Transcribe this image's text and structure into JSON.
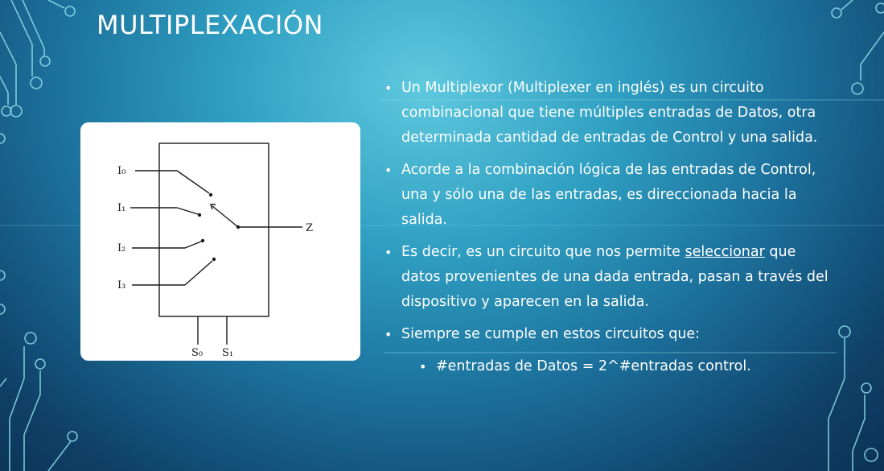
{
  "slide": {
    "title": "MULTIPLEXACIÓN"
  },
  "diagram": {
    "input_labels": [
      "I₀",
      "I₁",
      "I₂",
      "I₃"
    ],
    "output_label": "Z",
    "select_labels": [
      "S₀",
      "S₁"
    ]
  },
  "bullets": [
    {
      "text": "Un Multiplexor (Multiplexer en inglés) es un circuito combinacional que tiene múltiples entradas de Datos, otra determinada cantidad de entradas de Control y una salida."
    },
    {
      "text": "Acorde a la combinación lógica de las entradas de Control, una y sólo una de las entradas, es direccionada hacia la salida."
    },
    {
      "before": "Es decir, es un circuito que nos permite ",
      "underlined": "seleccionar",
      "after": " que datos provenientes de una dada entrada, pasan a través del dispositivo y aparecen en la salida."
    },
    {
      "text": "Siempre se cumple en estos circuitos que:"
    }
  ],
  "sub_bullets": [
    {
      "text": "#entradas de Datos = 2^#entradas control."
    }
  ],
  "colors": {
    "text": "#ffffff",
    "deco_line": "#7fd6e6",
    "diagram_line": "#1a1a1a"
  }
}
